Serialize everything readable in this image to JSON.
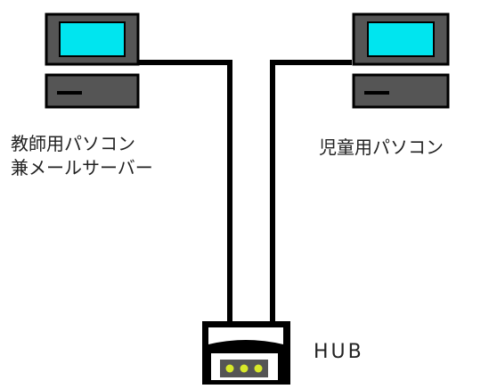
{
  "labels": {
    "teacher_pc_line1": "教師用パソコン",
    "teacher_pc_line2": "兼メールサーバー",
    "student_pc": "児童用パソコン",
    "hub": "HUB"
  },
  "colors": {
    "monitor_screen": "#00e5ef",
    "computer_body": "#555555",
    "outline": "#000000",
    "hub_led": "#d7e82a",
    "background": "#ffffff"
  },
  "icons": {
    "teacher_pc": "computer-icon",
    "student_pc": "computer-icon",
    "hub": "network-hub-icon"
  }
}
